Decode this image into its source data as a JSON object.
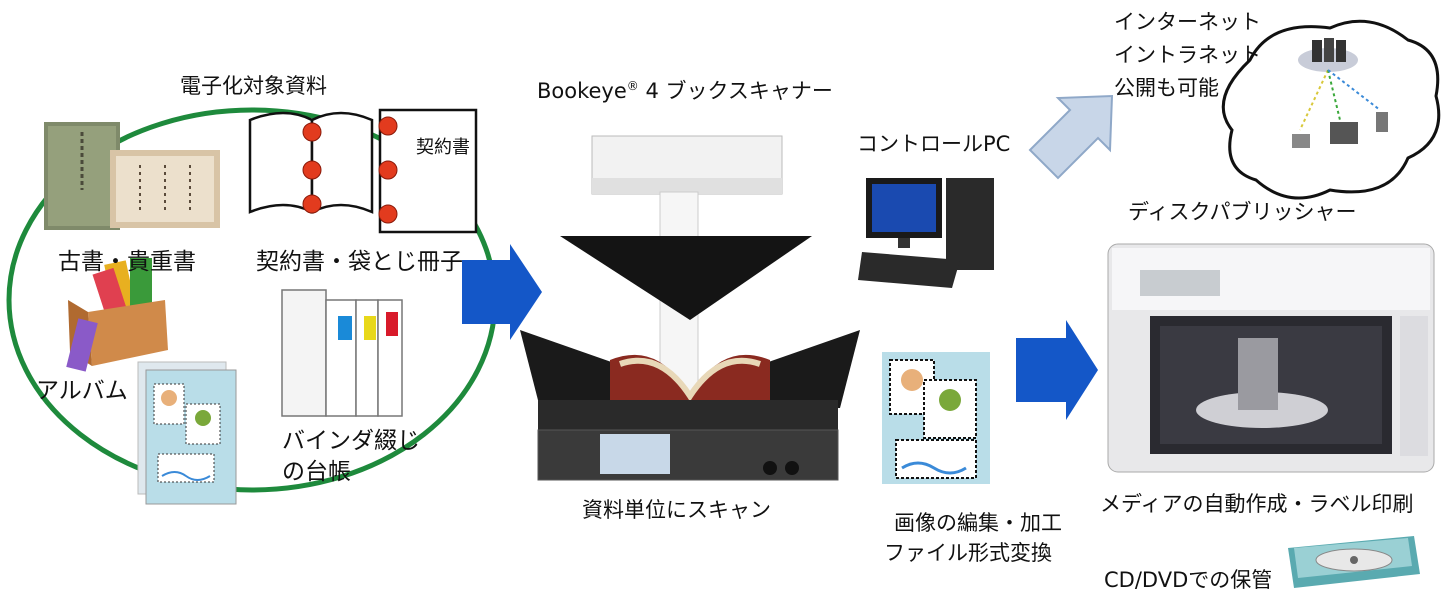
{
  "source_group": {
    "title": "電子化対象資料",
    "items": [
      "古書・貴重書",
      "契約書・袋とじ冊子",
      "アルバム"
    ],
    "binder_label_lines": [
      "バインダ綴じ",
      "の台帳"
    ],
    "contract_doc_label": "契約書"
  },
  "scanner": {
    "title_brand": "Bookeye",
    "title_mark": "®",
    "title_rest": " 4 ブックスキャナー",
    "caption": "資料単位にスキャン"
  },
  "pc": {
    "label": "コントロールPC"
  },
  "cloud": {
    "lines": [
      "インターネット",
      "イントラネット",
      "公開も可能"
    ]
  },
  "editing": {
    "lines": [
      "画像の編集・加工",
      "ファイル形式変換"
    ]
  },
  "publisher": {
    "title": "ディスクパブリッシャー",
    "caption": "メディアの自動作成・ラベル印刷",
    "storage_label": "CD/DVDでの保管"
  },
  "colors": {
    "ellipse": "#1e8a3c",
    "arrow_blue": "#1457c8",
    "arrow_light": "#8fa8c8"
  }
}
